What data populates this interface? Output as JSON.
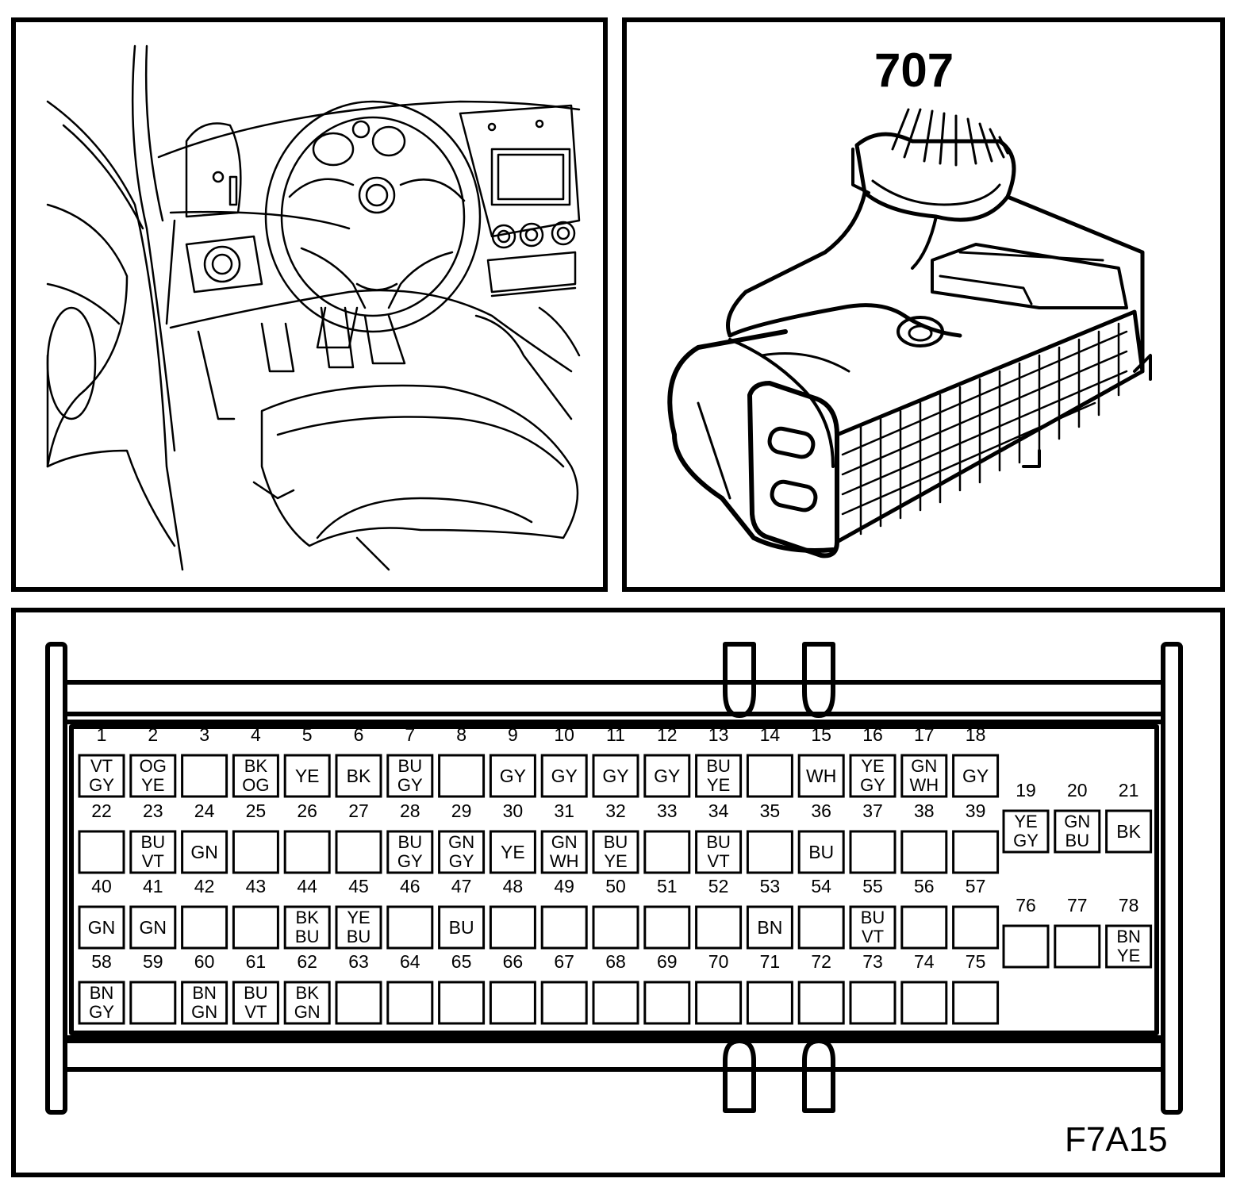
{
  "connector_label": "707",
  "figure_code": "F7A15",
  "pins": [
    {
      "n": "1",
      "c": [
        "VT",
        "GY"
      ]
    },
    {
      "n": "2",
      "c": [
        "OG",
        "YE"
      ]
    },
    {
      "n": "3",
      "c": []
    },
    {
      "n": "4",
      "c": [
        "BK",
        "OG"
      ]
    },
    {
      "n": "5",
      "c": [
        "YE"
      ]
    },
    {
      "n": "6",
      "c": [
        "BK"
      ]
    },
    {
      "n": "7",
      "c": [
        "BU",
        "GY"
      ]
    },
    {
      "n": "8",
      "c": []
    },
    {
      "n": "9",
      "c": [
        "GY"
      ]
    },
    {
      "n": "10",
      "c": [
        "GY"
      ]
    },
    {
      "n": "11",
      "c": [
        "GY"
      ]
    },
    {
      "n": "12",
      "c": [
        "GY"
      ]
    },
    {
      "n": "13",
      "c": [
        "BU",
        "YE"
      ]
    },
    {
      "n": "14",
      "c": []
    },
    {
      "n": "15",
      "c": [
        "WH"
      ]
    },
    {
      "n": "16",
      "c": [
        "YE",
        "GY"
      ]
    },
    {
      "n": "17",
      "c": [
        "GN",
        "WH"
      ]
    },
    {
      "n": "18",
      "c": [
        "GY"
      ]
    },
    {
      "n": "19",
      "c": [
        "YE",
        "GY"
      ]
    },
    {
      "n": "20",
      "c": [
        "GN",
        "BU"
      ]
    },
    {
      "n": "21",
      "c": [
        "BK"
      ]
    },
    {
      "n": "22",
      "c": []
    },
    {
      "n": "23",
      "c": [
        "BU",
        "VT"
      ]
    },
    {
      "n": "24",
      "c": [
        "GN"
      ]
    },
    {
      "n": "25",
      "c": []
    },
    {
      "n": "26",
      "c": []
    },
    {
      "n": "27",
      "c": []
    },
    {
      "n": "28",
      "c": [
        "BU",
        "GY"
      ]
    },
    {
      "n": "29",
      "c": [
        "GN",
        "GY"
      ]
    },
    {
      "n": "30",
      "c": [
        "YE"
      ]
    },
    {
      "n": "31",
      "c": [
        "GN",
        "WH"
      ]
    },
    {
      "n": "32",
      "c": [
        "BU",
        "YE"
      ]
    },
    {
      "n": "33",
      "c": []
    },
    {
      "n": "34",
      "c": [
        "BU",
        "VT"
      ]
    },
    {
      "n": "35",
      "c": []
    },
    {
      "n": "36",
      "c": [
        "BU"
      ]
    },
    {
      "n": "37",
      "c": []
    },
    {
      "n": "38",
      "c": []
    },
    {
      "n": "39",
      "c": []
    },
    {
      "n": "40",
      "c": [
        "GN"
      ]
    },
    {
      "n": "41",
      "c": [
        "GN"
      ]
    },
    {
      "n": "42",
      "c": []
    },
    {
      "n": "43",
      "c": []
    },
    {
      "n": "44",
      "c": [
        "BK",
        "BU"
      ]
    },
    {
      "n": "45",
      "c": [
        "YE",
        "BU"
      ]
    },
    {
      "n": "46",
      "c": []
    },
    {
      "n": "47",
      "c": [
        "BU"
      ]
    },
    {
      "n": "48",
      "c": []
    },
    {
      "n": "49",
      "c": []
    },
    {
      "n": "50",
      "c": []
    },
    {
      "n": "51",
      "c": []
    },
    {
      "n": "52",
      "c": []
    },
    {
      "n": "53",
      "c": [
        "BN"
      ]
    },
    {
      "n": "54",
      "c": []
    },
    {
      "n": "55",
      "c": [
        "BU",
        "VT"
      ]
    },
    {
      "n": "56",
      "c": []
    },
    {
      "n": "57",
      "c": []
    },
    {
      "n": "58",
      "c": [
        "BN",
        "GY"
      ]
    },
    {
      "n": "59",
      "c": []
    },
    {
      "n": "60",
      "c": [
        "BN",
        "GN"
      ]
    },
    {
      "n": "61",
      "c": [
        "BU",
        "VT"
      ]
    },
    {
      "n": "62",
      "c": [
        "BK",
        "GN"
      ]
    },
    {
      "n": "63",
      "c": []
    },
    {
      "n": "64",
      "c": []
    },
    {
      "n": "65",
      "c": []
    },
    {
      "n": "66",
      "c": []
    },
    {
      "n": "67",
      "c": []
    },
    {
      "n": "68",
      "c": []
    },
    {
      "n": "69",
      "c": []
    },
    {
      "n": "70",
      "c": []
    },
    {
      "n": "71",
      "c": []
    },
    {
      "n": "72",
      "c": []
    },
    {
      "n": "73",
      "c": []
    },
    {
      "n": "74",
      "c": []
    },
    {
      "n": "75",
      "c": []
    },
    {
      "n": "76",
      "c": []
    },
    {
      "n": "77",
      "c": []
    },
    {
      "n": "78",
      "c": [
        "BN",
        "YE"
      ]
    }
  ]
}
